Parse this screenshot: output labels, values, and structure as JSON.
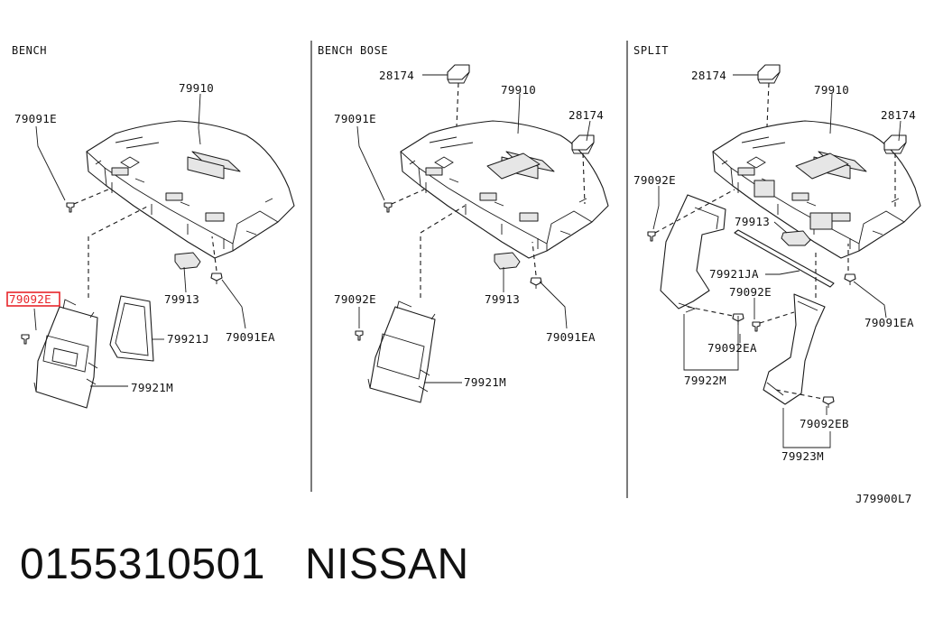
{
  "sections": {
    "bench": "BENCH",
    "bench_bose": "BENCH BOSE",
    "split": "SPLIT"
  },
  "labels": {
    "b_79910": "79910",
    "b_79091E": "79091E",
    "b_79092E": "79092E",
    "b_79913": "79913",
    "b_79921J": "79921J",
    "b_79091EA": "79091EA",
    "b_79921M": "79921M",
    "bb_28174a": "28174",
    "bb_79910": "79910",
    "bb_28174b": "28174",
    "bb_79091E": "79091E",
    "bb_79092E": "79092E",
    "bb_79913": "79913",
    "bb_79091EA": "79091EA",
    "bb_79921M": "79921M",
    "s_28174a": "28174",
    "s_79910": "79910",
    "s_28174b": "28174",
    "s_79092E": "79092E",
    "s_79913": "79913",
    "s_79921JA": "79921JA",
    "s_79092E_b": "79092E",
    "s_79091EA": "79091EA",
    "s_79092EA": "79092EA",
    "s_79922M": "79922M",
    "s_79092EB": "79092EB",
    "s_79923M": "79923M"
  },
  "diagram_code": "J79900L7",
  "footer": {
    "part_number": "0155310501",
    "brand": "NISSAN"
  },
  "colors": {
    "highlight": "#e8262b",
    "ink": "#111111"
  }
}
